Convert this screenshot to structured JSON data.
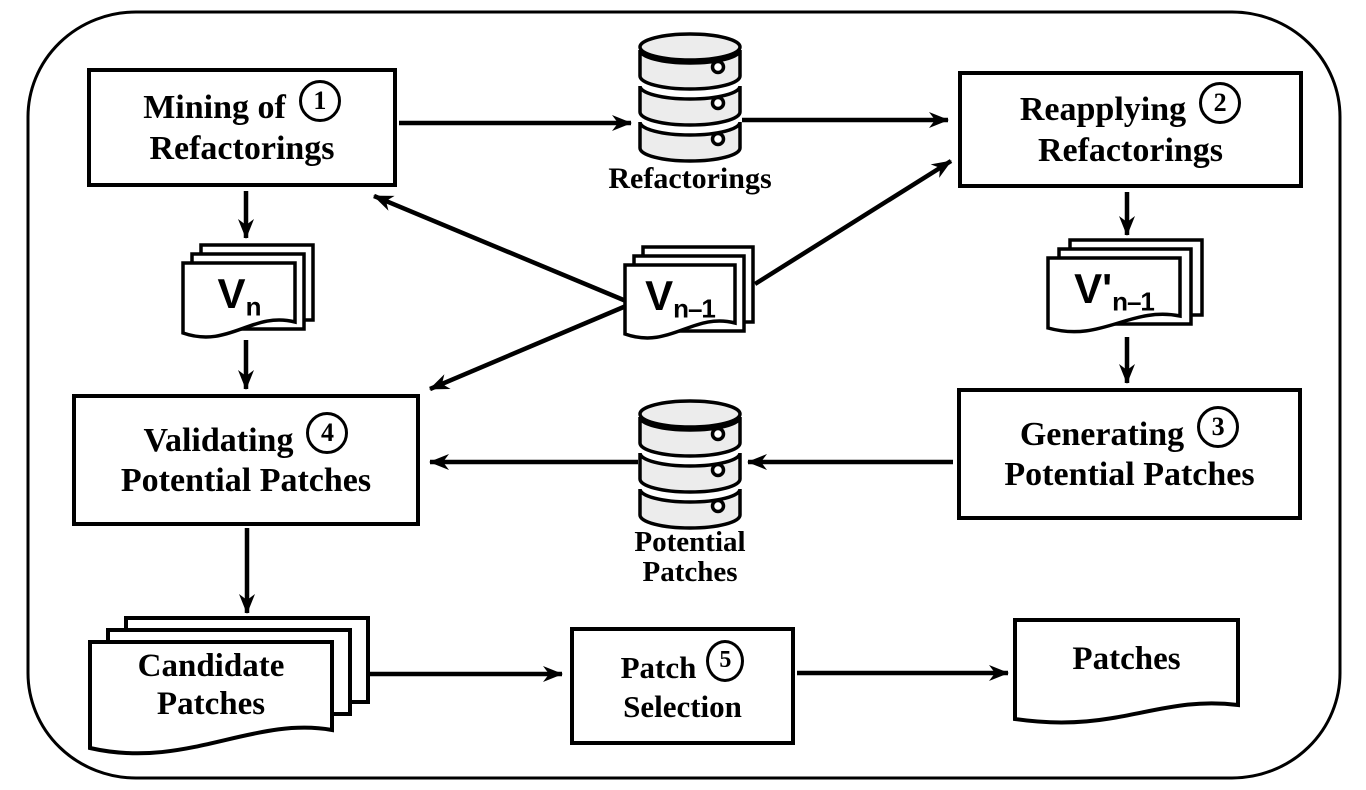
{
  "figure": {
    "steps": [
      {
        "label_line1": "Mining of",
        "label_line2": "Refactorings",
        "number": "1"
      },
      {
        "label_line1": "Reapplying",
        "label_line2": "Refactorings",
        "number": "2"
      },
      {
        "label_line1": "Generating",
        "label_line2": "Potential Patches",
        "number": "3"
      },
      {
        "label_line1": "Validating",
        "label_line2": "Potential Patches",
        "number": "4"
      },
      {
        "label_line1": "Patch",
        "label_line2": "Selection",
        "number": "5"
      }
    ],
    "datastores": [
      {
        "label": "Refactorings"
      },
      {
        "label_line1": "Potential",
        "label_line2": "Patches"
      }
    ],
    "artifacts": {
      "vn": {
        "base": "V",
        "sub": "n"
      },
      "vn1": {
        "base": "V",
        "sub": "n–1"
      },
      "vpn1": {
        "base": "V'",
        "sub": "n–1"
      },
      "candidate": {
        "line1": "Candidate",
        "line2": "Patches"
      },
      "patches": {
        "label": "Patches"
      }
    },
    "colors": {
      "stroke": "#000000",
      "db_fill": "#ececec",
      "background": "#ffffff"
    }
  }
}
